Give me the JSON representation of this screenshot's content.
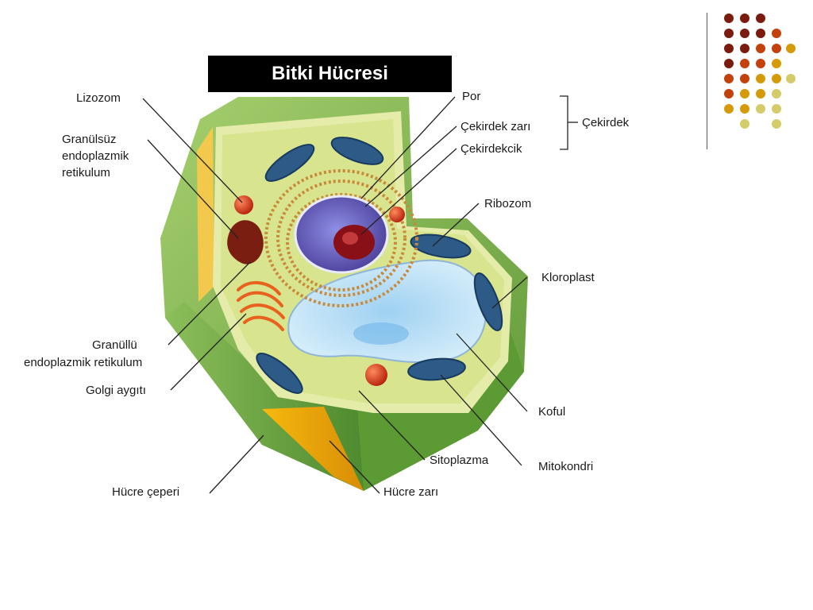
{
  "title": "Bitki Hücresi",
  "labels": {
    "lizozom": "Lizozom",
    "granulsuz_1": "Granülsüz",
    "granulsuz_2": "endoplazmik",
    "granulsuz_3": "retikulum",
    "granullu_1": "Granüllü",
    "granullu_2": "endoplazmik retikulum",
    "golgi": "Golgi aygıtı",
    "hucre_ceperi": "Hücre çeperi",
    "hucre_zari": "Hücre zarı",
    "sitoplazma": "Sitoplazma",
    "mitokondri": "Mitokondri",
    "koful": "Koful",
    "kloroplast": "Kloroplast",
    "ribozom": "Ribozom",
    "por": "Por",
    "cekirdek_zari": "Çekirdek zarı",
    "cekirdekcik": "Çekirdekcik",
    "cekirdek": "Çekirdek"
  },
  "decor_colors": [
    "#7b1a0e",
    "#c2410c",
    "#d49a0a",
    "#d4cc6a"
  ]
}
